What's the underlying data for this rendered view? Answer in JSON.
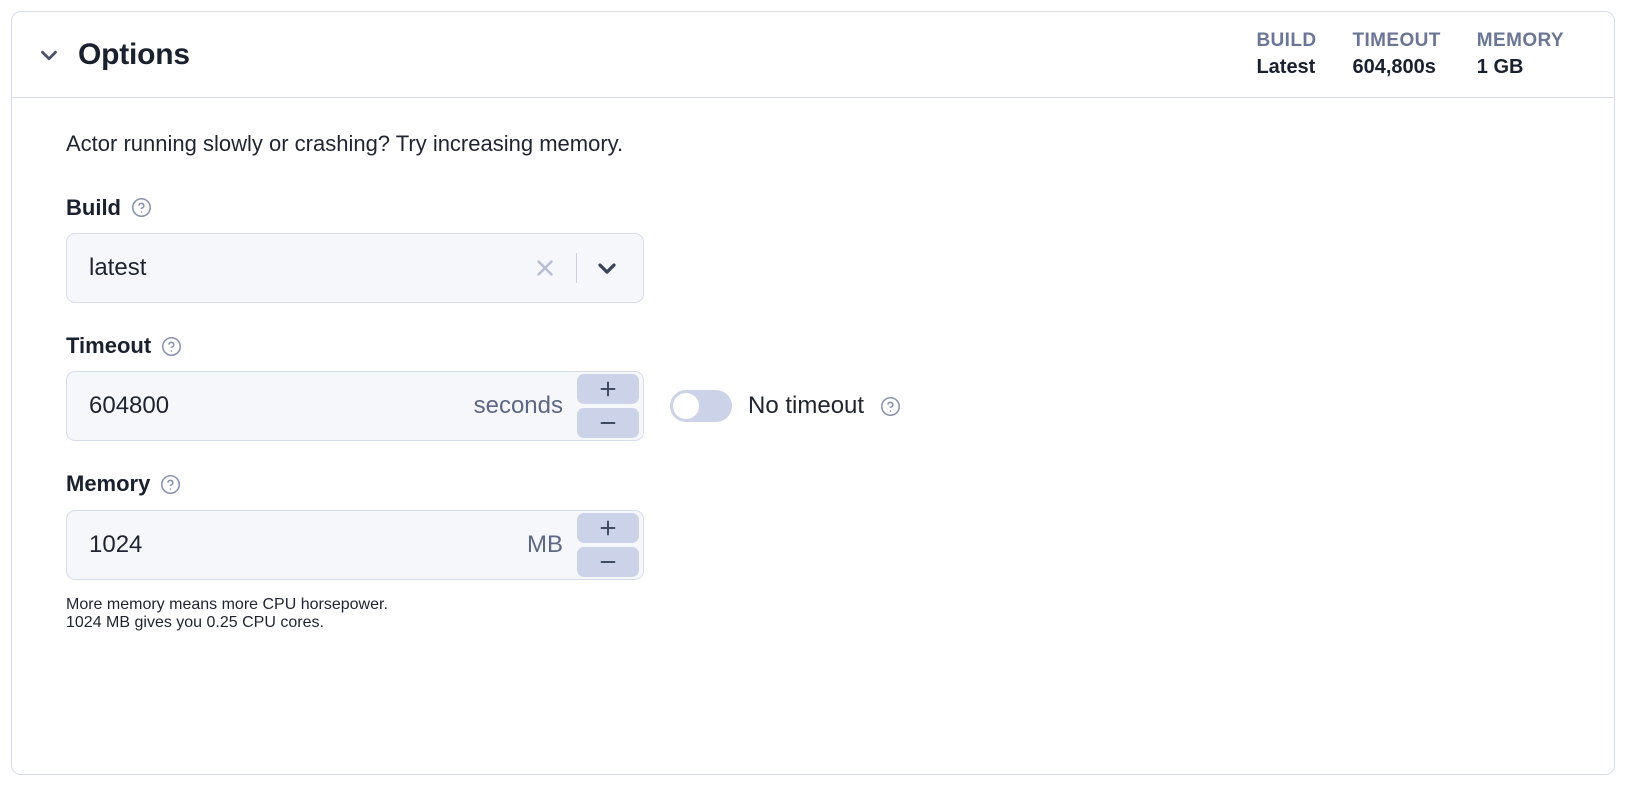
{
  "card": {
    "title": "Options",
    "collapse_icon": "chevron-down-icon",
    "summary": [
      {
        "label": "BUILD",
        "value": "Latest"
      },
      {
        "label": "TIMEOUT",
        "value": "604,800s"
      },
      {
        "label": "MEMORY",
        "value": "1 GB"
      }
    ]
  },
  "body": {
    "intro": "Actor running slowly or crashing? Try increasing memory.",
    "build": {
      "label": "Build",
      "help_icon": "help-circle-icon",
      "value": "latest",
      "clear_icon": "close-icon",
      "dropdown_icon": "chevron-down-icon"
    },
    "timeout": {
      "label": "Timeout",
      "help_icon": "help-circle-icon",
      "value": "604800",
      "unit": "seconds",
      "increment_icon": "plus-icon",
      "decrement_icon": "minus-icon",
      "no_timeout_label": "No timeout",
      "no_timeout_help_icon": "help-circle-icon",
      "no_timeout_enabled": false
    },
    "memory": {
      "label": "Memory",
      "help_icon": "help-circle-icon",
      "value": "1024",
      "unit": "MB",
      "increment_icon": "plus-icon",
      "decrement_icon": "minus-icon",
      "helper_line_1": "More memory means more CPU horsepower.",
      "helper_line_2": "1024 MB gives you 0.25 CPU cores."
    }
  },
  "colors": {
    "border": "#d7dcec",
    "field_bg": "#f6f7fb",
    "muted_text": "#6b7697",
    "stepper_bg": "#ccd2e8",
    "text": "#1f2430"
  }
}
